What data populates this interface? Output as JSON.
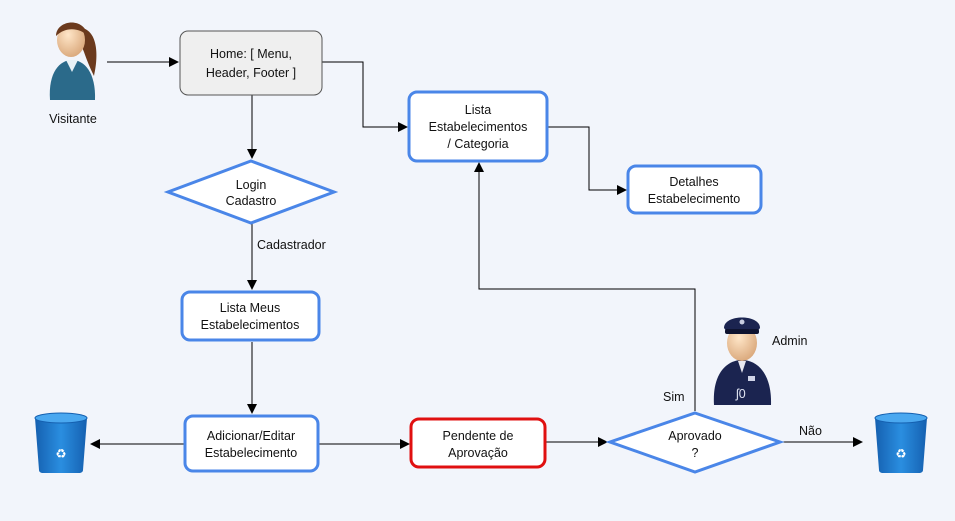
{
  "nodes": {
    "home": [
      "Home: [ Menu,",
      "Header,  Footer ]"
    ],
    "lista_estab": [
      "Lista",
      "Estabelecimentos",
      "/ Categoria"
    ],
    "detalhes": [
      "Detalhes",
      "Estabelecimento"
    ],
    "login": [
      "Login",
      "Cadastro"
    ],
    "lista_meus": [
      "Lista Meus",
      "Estabelecimentos"
    ],
    "adicionar": [
      "Adicionar/Editar",
      "Estabelecimento"
    ],
    "pendente": [
      "Pendente de",
      "Aprovação"
    ],
    "aprovado": [
      "Aprovado",
      "?"
    ]
  },
  "actors": {
    "visitante": "Visitante",
    "admin": "Admin"
  },
  "edge_labels": {
    "cadastrador": "Cadastrador",
    "sim": "Sim",
    "nao": "Não"
  },
  "colors": {
    "background": "#f2f5fb",
    "node_border": "#4a86e8",
    "pending_border": "#e01010",
    "trash": "#1a73c8",
    "visitor_shirt": "#2b6a8a",
    "admin_uniform": "#1b2450"
  },
  "icons": [
    "visitor-person-icon",
    "admin-police-icon",
    "recycle-bin-icon"
  ]
}
